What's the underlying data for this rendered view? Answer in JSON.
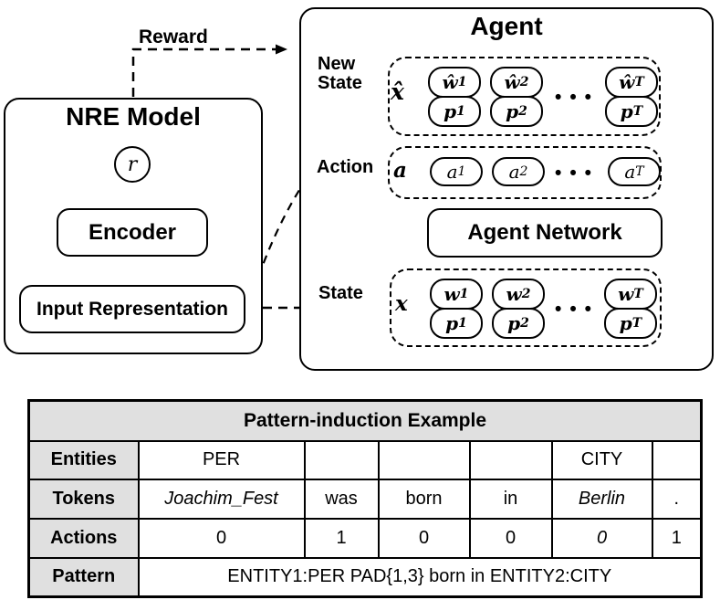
{
  "colors": {
    "ink": "#000000",
    "paper": "#ffffff",
    "table_header_bg": "#e0e0e0"
  },
  "diagram": {
    "reward_label": "Reward",
    "nre": {
      "title": "NRE Model",
      "reward_symbol": "r",
      "encoder_label": "Encoder",
      "input_label": "Input Representation"
    },
    "agent": {
      "title": "Agent",
      "network_label": "Agent Network",
      "new_state": {
        "label_line1": "New",
        "label_line2": "State",
        "symbol": "x̂",
        "dots": "•••",
        "cols": [
          {
            "w": "ŵ",
            "wsub": "1",
            "p": "p",
            "psub": "1"
          },
          {
            "w": "ŵ",
            "wsub": "2",
            "p": "p",
            "psub": "2"
          },
          {
            "w": "ŵ",
            "wsub": "T",
            "p": "p",
            "psub": "T"
          }
        ]
      },
      "action": {
        "label": "Action",
        "symbol": "a",
        "dots": "•••",
        "cols": [
          {
            "a": "a",
            "sub": "1"
          },
          {
            "a": "a",
            "sub": "2"
          },
          {
            "a": "a",
            "sub": "T"
          }
        ]
      },
      "state": {
        "label": "State",
        "symbol": "x",
        "dots": "•••",
        "cols": [
          {
            "w": "w",
            "wsub": "1",
            "p": "p",
            "psub": "1"
          },
          {
            "w": "w",
            "wsub": "2",
            "p": "p",
            "psub": "2"
          },
          {
            "w": "w",
            "wsub": "T",
            "p": "p",
            "psub": "T"
          }
        ]
      }
    }
  },
  "table": {
    "title": "Pattern-induction Example",
    "row_labels": [
      "Entities",
      "Tokens",
      "Actions",
      "Pattern"
    ],
    "entities": [
      "PER",
      "",
      "",
      "",
      "CITY",
      ""
    ],
    "tokens": [
      "Joachim_Fest",
      "was",
      "born",
      "in",
      "Berlin",
      "."
    ],
    "actions": [
      "0",
      "1",
      "0",
      "0",
      "0",
      "1"
    ],
    "pattern": "ENTITY1:PER PAD{1,3} born in ENTITY2:CITY"
  }
}
